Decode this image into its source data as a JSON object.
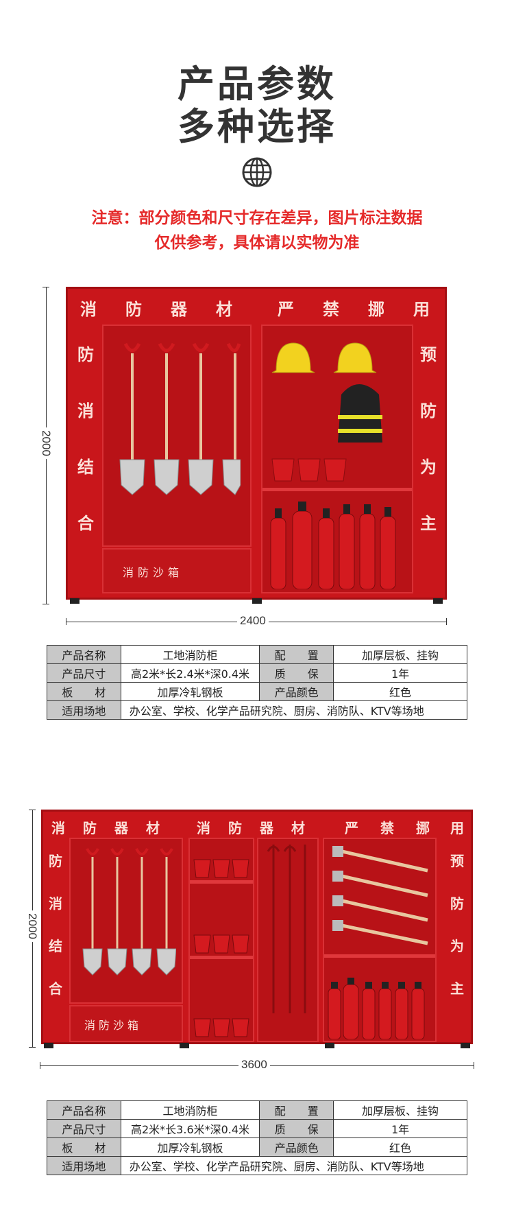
{
  "header": {
    "title_line1": "产品参数",
    "title_line2": "多种选择",
    "notice_line1": "注意：部分颜色和尺寸存在差异，图片标注数据",
    "notice_line2": "仅供参考，具体请以实物为准"
  },
  "icons": {
    "header_icon": "globe-icon"
  },
  "colors": {
    "cabinet_red": "#c9161b",
    "notice_red": "#e52a2a",
    "table_header_gray": "#c8c8c8"
  },
  "product1": {
    "height_label": "2000",
    "width_label": "2400",
    "cabinet_text": {
      "top_left": [
        "消",
        "防",
        "器",
        "材"
      ],
      "top_right": [
        "严",
        "禁",
        "挪",
        "用"
      ],
      "left_vertical": [
        "防",
        "消",
        "结",
        "合"
      ],
      "right_vertical": [
        "预",
        "防",
        "为",
        "主"
      ],
      "sand_box": "消防沙箱"
    },
    "specs": [
      {
        "k1": "产品名称",
        "v1": "工地消防柜",
        "k2": "配　　置",
        "v2": "加厚层板、挂钩"
      },
      {
        "k1": "产品尺寸",
        "v1": "高2米*长2.4米*深0.4米",
        "k2": "质　　保",
        "v2": "1年"
      },
      {
        "k1": "板　　材",
        "v1": "加厚冷轧钢板",
        "k2": "产品颜色",
        "v2": "红色"
      }
    ],
    "scope_key": "适用场地",
    "scope_value": "办公室、学校、化学产品研究院、厨房、消防队、KTV等场地"
  },
  "product2": {
    "height_label": "2000",
    "width_label": "3600",
    "cabinet_text": {
      "top_1": [
        "消",
        "防",
        "器",
        "材"
      ],
      "top_2": [
        "消",
        "防",
        "器",
        "材"
      ],
      "top_3": [
        "严",
        "禁",
        "挪",
        "用"
      ],
      "left_vertical": [
        "防",
        "消",
        "结",
        "合"
      ],
      "right_vertical": [
        "预",
        "防",
        "为",
        "主"
      ],
      "sand_box": "消防沙箱"
    },
    "specs": [
      {
        "k1": "产品名称",
        "v1": "工地消防柜",
        "k2": "配　　置",
        "v2": "加厚层板、挂钩"
      },
      {
        "k1": "产品尺寸",
        "v1": "高2米*长3.6米*深0.4米",
        "k2": "质　　保",
        "v2": "1年"
      },
      {
        "k1": "板　　材",
        "v1": "加厚冷轧钢板",
        "k2": "产品颜色",
        "v2": "红色"
      }
    ],
    "scope_key": "适用场地",
    "scope_value": "办公室、学校、化学产品研究院、厨房、消防队、KTV等场地"
  }
}
